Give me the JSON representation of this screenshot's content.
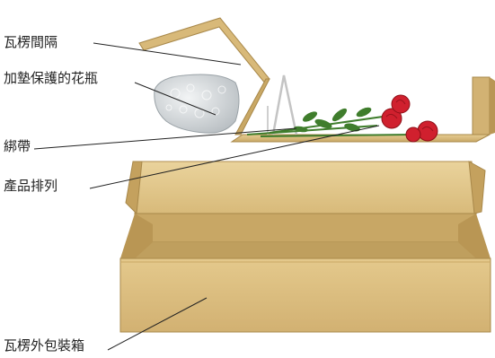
{
  "labels": {
    "corrugated_divider": "瓦楞間隔",
    "padded_vase": "加墊保護的花瓶",
    "strap": "綁帶",
    "product_arrangement": "產品排列",
    "corrugated_outer_box": "瓦楞外包裝箱"
  },
  "colors": {
    "cardboard_light": "#e3c98c",
    "cardboard_mid": "#d6b777",
    "cardboard_dark": "#b99654",
    "cardboard_inner": "#c8a765",
    "bubble_wrap": "#cfd3d6",
    "rose_red": "#d0202e",
    "leaf_green": "#3f7d2c",
    "leader_line": "#222222"
  },
  "icons": {
    "vase": "bubble-wrapped-vase-icon",
    "flowers": "rose-bouquet-icon",
    "box": "cardboard-box-icon"
  }
}
